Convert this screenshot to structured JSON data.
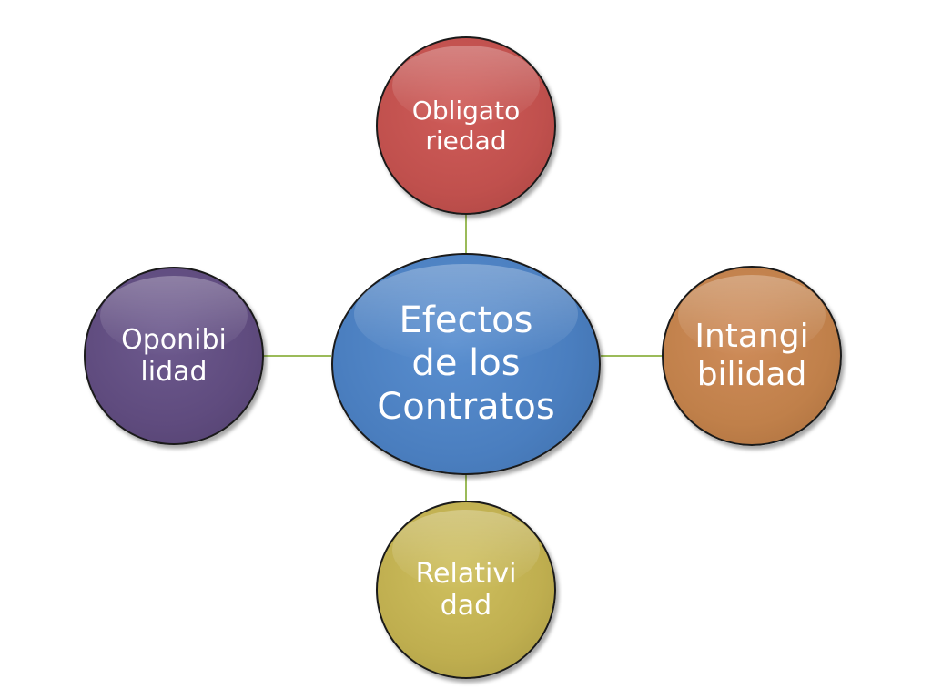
{
  "diagram": {
    "center": {
      "label": "Efectos\nde los\nContratos",
      "color": "#4a7ebf"
    },
    "nodes": [
      {
        "position": "top",
        "label": "Obligato\nriedad",
        "color": "#c0504d"
      },
      {
        "position": "right",
        "label": "Intangi\nbilidad",
        "color": "#c0804a"
      },
      {
        "position": "bottom",
        "label": "Relativi\ndad",
        "color": "#bfae4f"
      },
      {
        "position": "left",
        "label": "Oponibi\nlidad",
        "color": "#5f4b7e"
      }
    ],
    "connector_color": "#9bbb59"
  }
}
